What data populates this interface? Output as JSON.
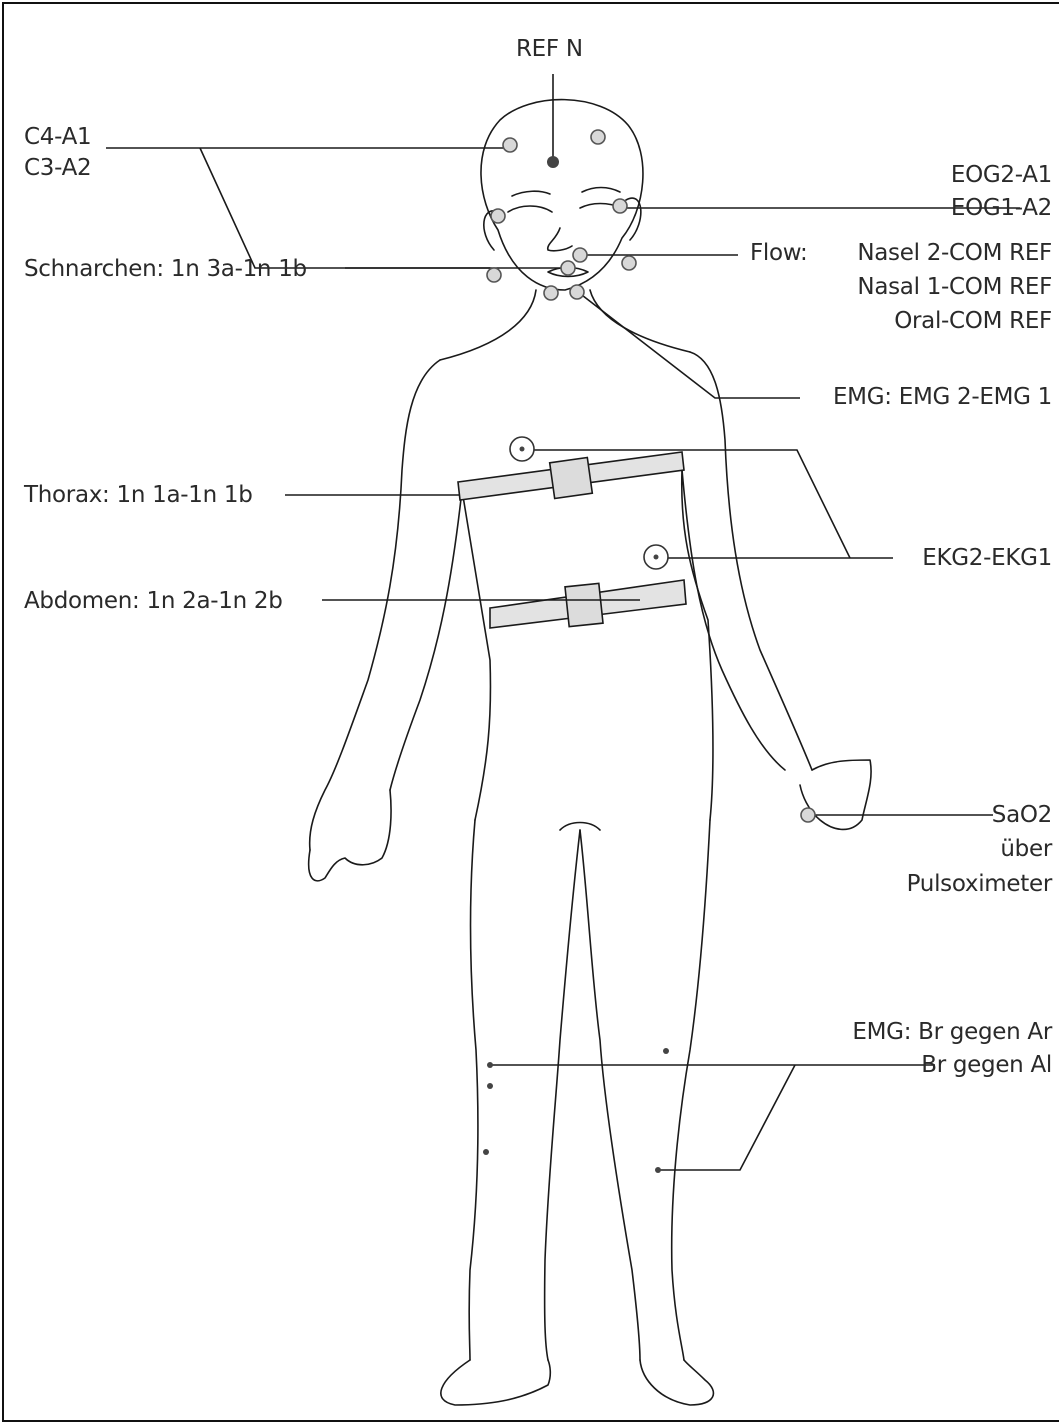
{
  "labels": {
    "ref_n": "REF N",
    "c4_a1": "C4-A1",
    "c3_a2": "C3-A2",
    "eog2_a1": "EOG2-A1",
    "eog1_a2": "EOG1-A2",
    "flow_prefix": "Flow:",
    "flow_1": "Nasel 2-COM REF",
    "flow_2": "Nasal 1-COM REF",
    "flow_3": "Oral-COM REF",
    "schnarchen": "Schnarchen: 1n 3a-1n 1b",
    "emg_chin": "EMG: EMG 2-EMG 1",
    "thorax": "Thorax: 1n 1a-1n 1b",
    "ekg": "EKG2-EKG1",
    "abdomen": "Abdomen: 1n 2a-1n 2b",
    "sao2_1": "SaO2",
    "sao2_2": "über",
    "sao2_3": "Pulsoximeter",
    "emg_leg_1": "EMG: Br gegen Ar",
    "emg_leg_2": "Br gegen Al"
  },
  "colors": {
    "line": "#1a1a1a",
    "electrode_fill": "#d8d8d8",
    "electrode_stroke": "#555555",
    "belt_fill": "#e3e3e3",
    "dot": "#444444"
  }
}
